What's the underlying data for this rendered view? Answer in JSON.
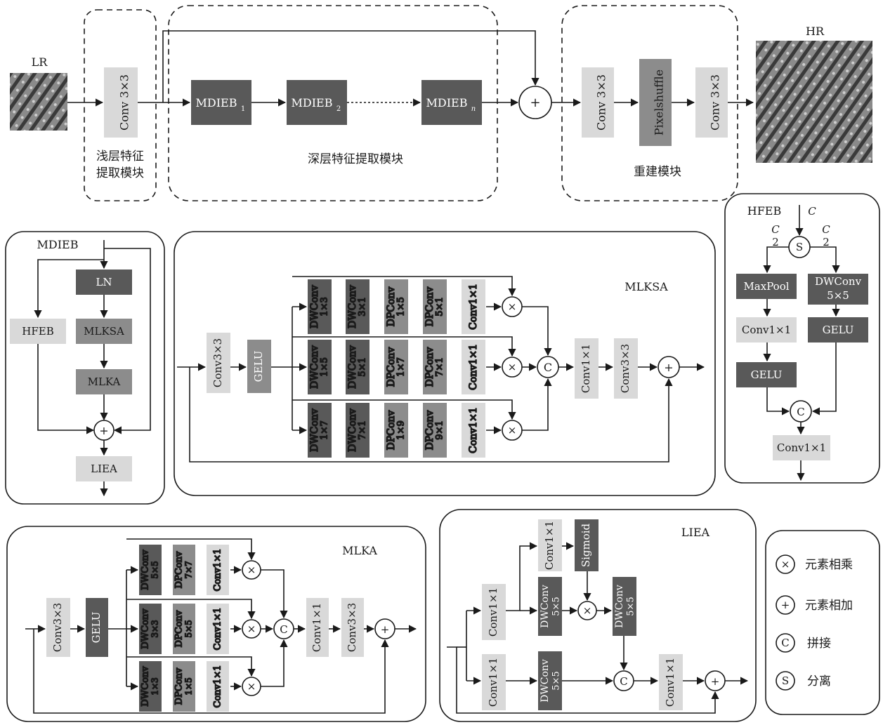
{
  "pipeline": {
    "lr_label": "LR",
    "hr_label": "HR",
    "conv_shallow": "Conv 3×3",
    "mdieb1": "MDIEB",
    "mdieb2": "MDIEB",
    "mdiebn": "MDIEB",
    "sub1": "1",
    "sub2": "2",
    "subn": "n",
    "plus": "+",
    "conv_rec1": "Conv 3×3",
    "pixelshuffle": "Pixelshuffle",
    "conv_rec2": "Conv 3×3",
    "shallow_line1": "浅层特征",
    "shallow_line2": "提取模块",
    "deep_label": "深层特征提取模块",
    "recon_label": "重建模块"
  },
  "mdieb": {
    "title": "MDIEB",
    "ln": "LN",
    "hfeb": "HFEB",
    "mlksa": "MLKSA",
    "mlka": "MLKA",
    "liea": "LIEA",
    "plus": "+"
  },
  "mlksa": {
    "title": "MLKSA",
    "conv_in": "Conv3×3",
    "gelu": "GELU",
    "b1": [
      "DWConv",
      "1×3",
      "DWConv",
      "3×1",
      "DPConv",
      "1×5",
      "DPConv",
      "5×1",
      "Conv1×1"
    ],
    "b2": [
      "DWConv",
      "1×5",
      "DWConv",
      "5×1",
      "DPConv",
      "1×7",
      "DPConv",
      "7×1",
      "Conv1×1"
    ],
    "b3": [
      "DWConv",
      "1×7",
      "DWConv",
      "7×1",
      "DPConv",
      "1×9",
      "DPConv",
      "9×1",
      "Conv1×1"
    ],
    "mul": "×",
    "cat": "C",
    "conv_out1": "Conv1×1",
    "conv_out2": "Conv3×3",
    "plus": "+"
  },
  "hfeb": {
    "title": "HFEB",
    "c_in": "C",
    "half_num": "C",
    "half_den": "2",
    "split": "S",
    "maxpool": "MaxPool",
    "dwconv": "DWConv",
    "dwconv_k": "5×5",
    "conv1": "Conv1×1",
    "gelu1": "GELU",
    "gelu2": "GELU",
    "cat": "C",
    "conv_out": "Conv1×1"
  },
  "mlka": {
    "title": "MLKA",
    "conv_in": "Conv3×3",
    "gelu": "GELU",
    "b1": [
      "DWConv",
      "5×5",
      "DPConv",
      "7×7",
      "Conv1×1"
    ],
    "b2": [
      "DWConv",
      "3×3",
      "DPConv",
      "5×5",
      "Conv1×1"
    ],
    "b3": [
      "DWConv",
      "1×3",
      "DPConv",
      "1×5",
      "Conv1×1"
    ],
    "mul": "×",
    "cat": "C",
    "conv_out1": "Conv1×1",
    "conv_out2": "Conv3×3",
    "plus": "+"
  },
  "liea": {
    "title": "LIEA",
    "conv_a": "Conv1×1",
    "conv_b": "Conv1×1",
    "conv_c": "Conv1×1",
    "sigmoid": "Sigmoid",
    "dw1": "DWConv",
    "dw1k": "5×5",
    "dw2": "DWConv",
    "dw2k": "5×5",
    "dw3": "DWConv",
    "dw3k": "5×5",
    "conv_out": "Conv1×1",
    "mul": "×",
    "cat": "C",
    "plus": "+"
  },
  "legend": {
    "mul_sym": "×",
    "mul_text": "元素相乘",
    "add_sym": "+",
    "add_text": "元素相加",
    "cat_sym": "C",
    "cat_text": "拼接",
    "split_sym": "S",
    "split_text": "分离"
  },
  "colors": {
    "dark": "#595959",
    "mid": "#8c8c8c",
    "light": "#d9d9d9",
    "line": "#1a1a1a"
  }
}
